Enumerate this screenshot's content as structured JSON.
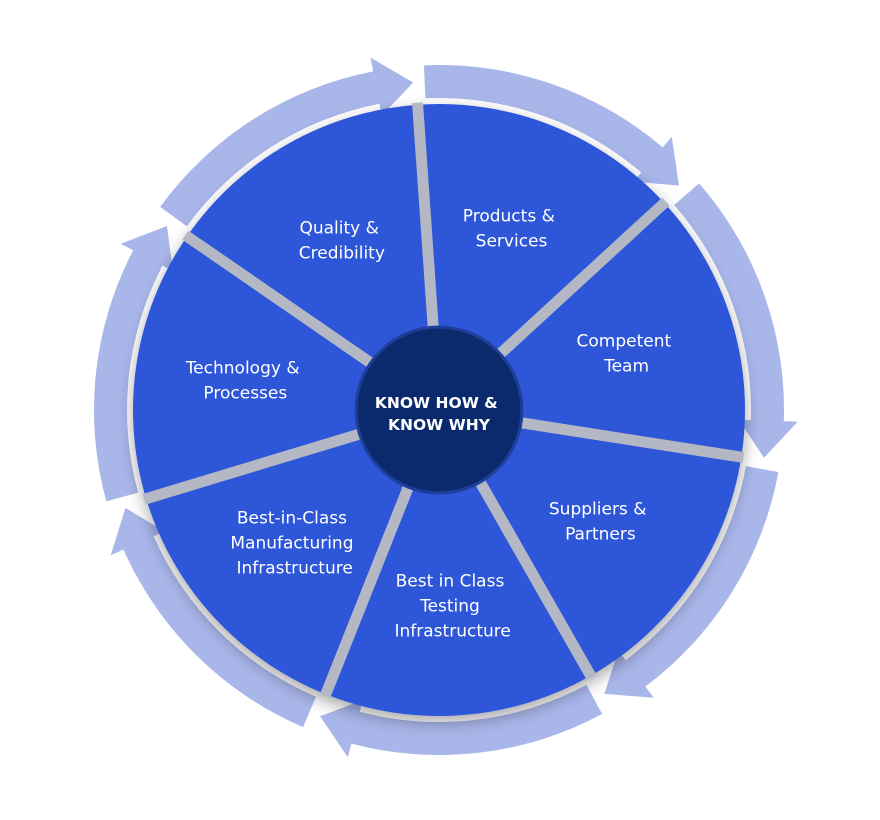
{
  "colors": {
    "segment_fill": "#2f56d8",
    "outer_ring": "#a9b6ea",
    "divider": "#b4b8c4",
    "center_fill": "#0b2a6e",
    "center_stroke": "#1d3f9a",
    "text": "#ffffff"
  },
  "center": {
    "line1": "KNOW HOW &",
    "line2": "KNOW WHY"
  },
  "segments": [
    {
      "id": "products-services",
      "lines": [
        "Products &",
        "Services"
      ]
    },
    {
      "id": "competent-team",
      "lines": [
        "Competent",
        "Team"
      ]
    },
    {
      "id": "suppliers-partners",
      "lines": [
        "Suppliers &",
        "Partners"
      ]
    },
    {
      "id": "testing-infrastructure",
      "lines": [
        "Best in Class",
        "Testing",
        "Infrastructure"
      ]
    },
    {
      "id": "manufacturing-infrastructure",
      "lines": [
        "Best-in-Class",
        "Manufacturing",
        "Infrastructure"
      ]
    },
    {
      "id": "technology-processes",
      "lines": [
        "Technology &",
        "Processes"
      ]
    },
    {
      "id": "quality-credibility",
      "lines": [
        "Quality &",
        "Credibility"
      ]
    }
  ],
  "icons": {
    "cycle_arrows": "arrow-icon"
  }
}
